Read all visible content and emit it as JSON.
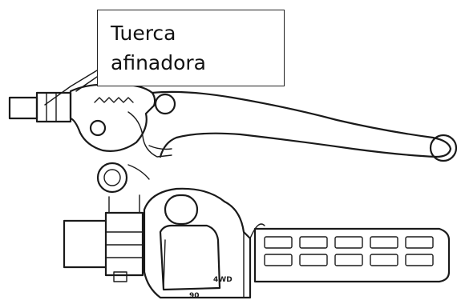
{
  "callout": {
    "line1": "Tuerca",
    "line2": "afinadora"
  },
  "switch_marks": {
    "left": "90",
    "right": "4WD"
  }
}
